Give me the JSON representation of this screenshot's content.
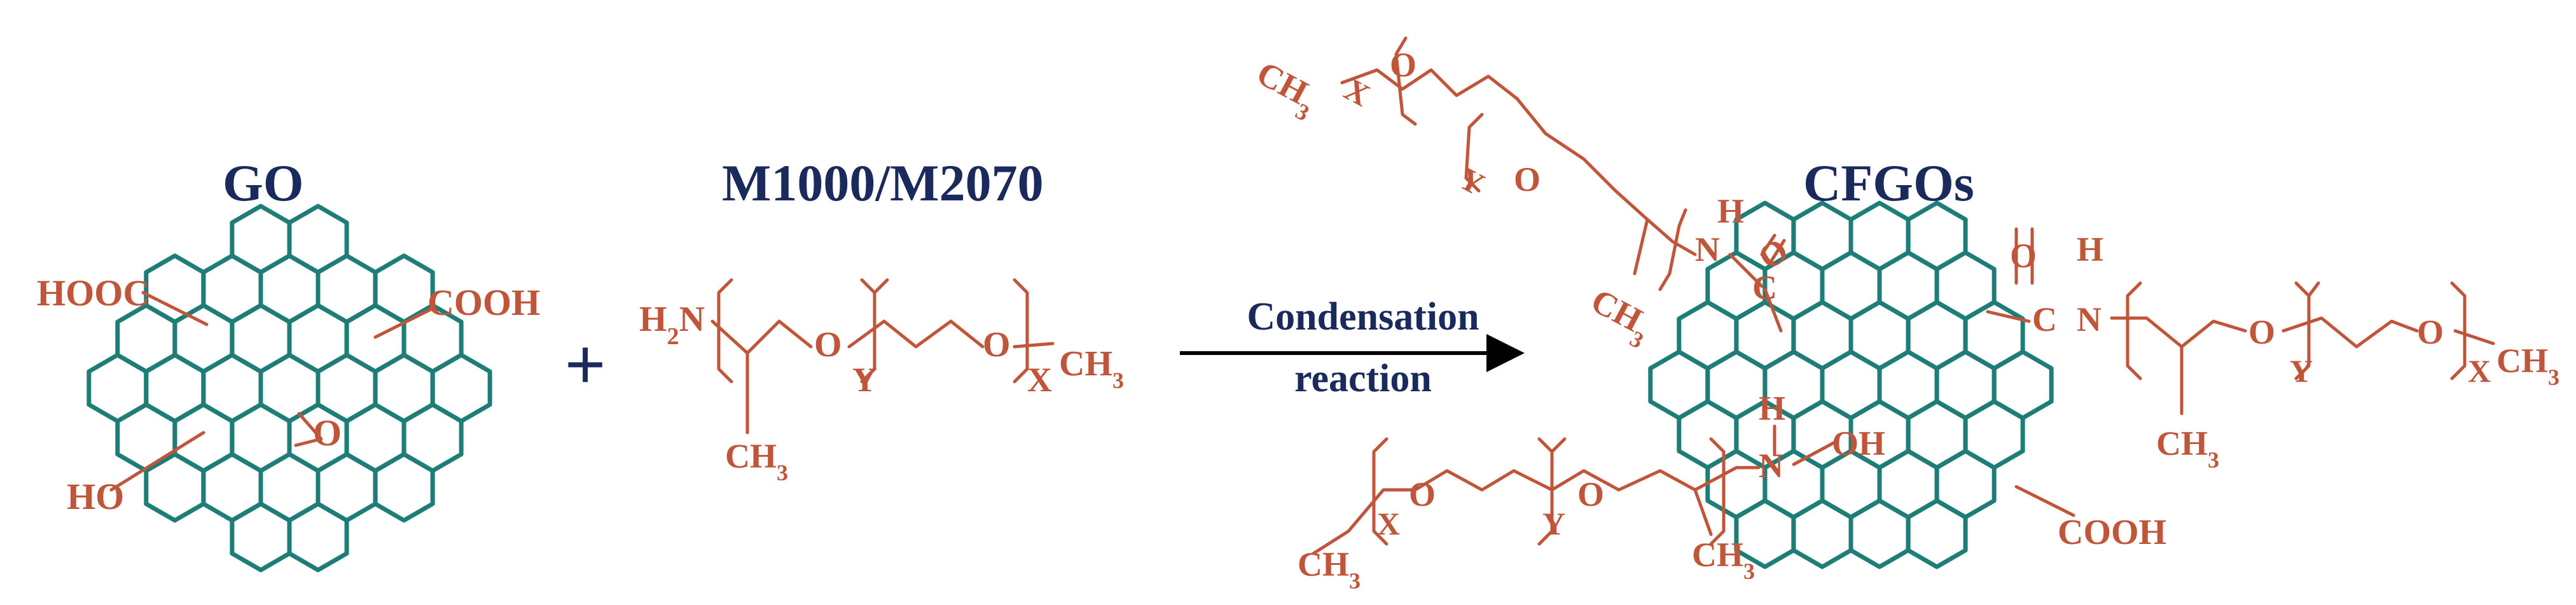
{
  "reactant_1": {
    "title": "GO",
    "groups": {
      "cooh_left": "HOOC",
      "cooh_right": "COOH",
      "hydroxyl": "HO",
      "epoxide": "O"
    }
  },
  "plus_sign": "+",
  "reactant_2": {
    "title": "M1000/M2070",
    "h": "H",
    "h_sub": "2",
    "n": "N",
    "o1": "O",
    "o2": "O",
    "y": "Y",
    "x": "X",
    "ch3_methyl": "CH",
    "ch3_end": "CH",
    "sub3": "3"
  },
  "arrow": {
    "label_line1": "Condensation",
    "label_line2": "reaction"
  },
  "product": {
    "title": "CFGOs",
    "groups": {
      "oh": "OH",
      "cooh": "COOH",
      "o_carbonyl": "O",
      "c": "C",
      "n": "N",
      "h": "H"
    },
    "chain_labels": {
      "x": "X",
      "y": "Y",
      "o": "O",
      "ch": "CH",
      "sub3": "3"
    }
  },
  "colors": {
    "navy": "#1b2a5c",
    "chem": "#c0553a",
    "graphene": "#1f7d78"
  },
  "icons": [
    "plus-icon",
    "arrow-right-icon"
  ]
}
